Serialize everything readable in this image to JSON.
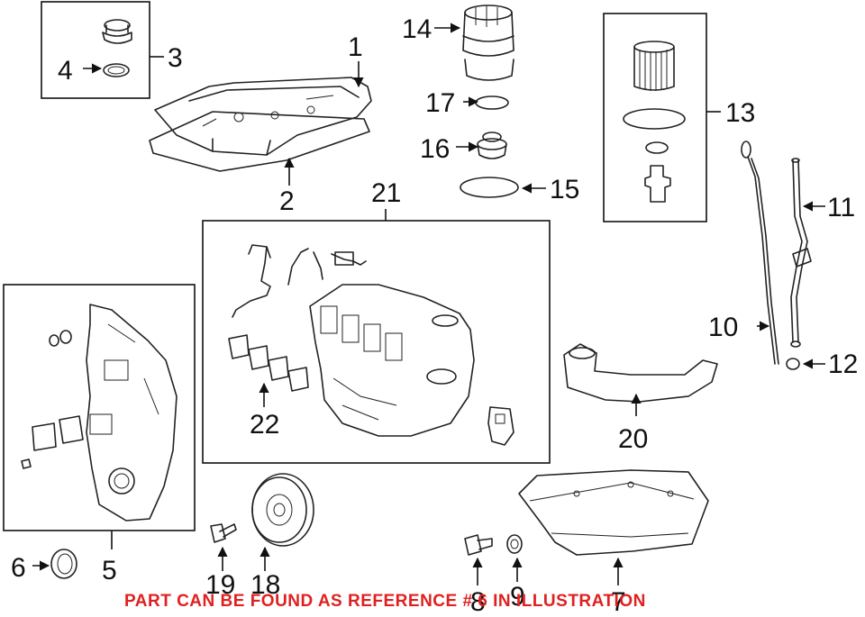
{
  "callouts": {
    "c1": "1",
    "c2": "2",
    "c3": "3",
    "c4": "4",
    "c5": "5",
    "c6": "6",
    "c7": "7",
    "c8": "8",
    "c9": "9",
    "c10": "10",
    "c11": "11",
    "c12": "12",
    "c13": "13",
    "c14": "14",
    "c15": "15",
    "c16": "16",
    "c17": "17",
    "c18": "18",
    "c19": "19",
    "c20": "20",
    "c21": "21",
    "c22": "22"
  },
  "notice": "PART CAN BE FOUND AS REFERENCE # 6 IN ILLUSTRATION",
  "colors": {
    "notice": "#e02020",
    "lines": "#222222"
  }
}
